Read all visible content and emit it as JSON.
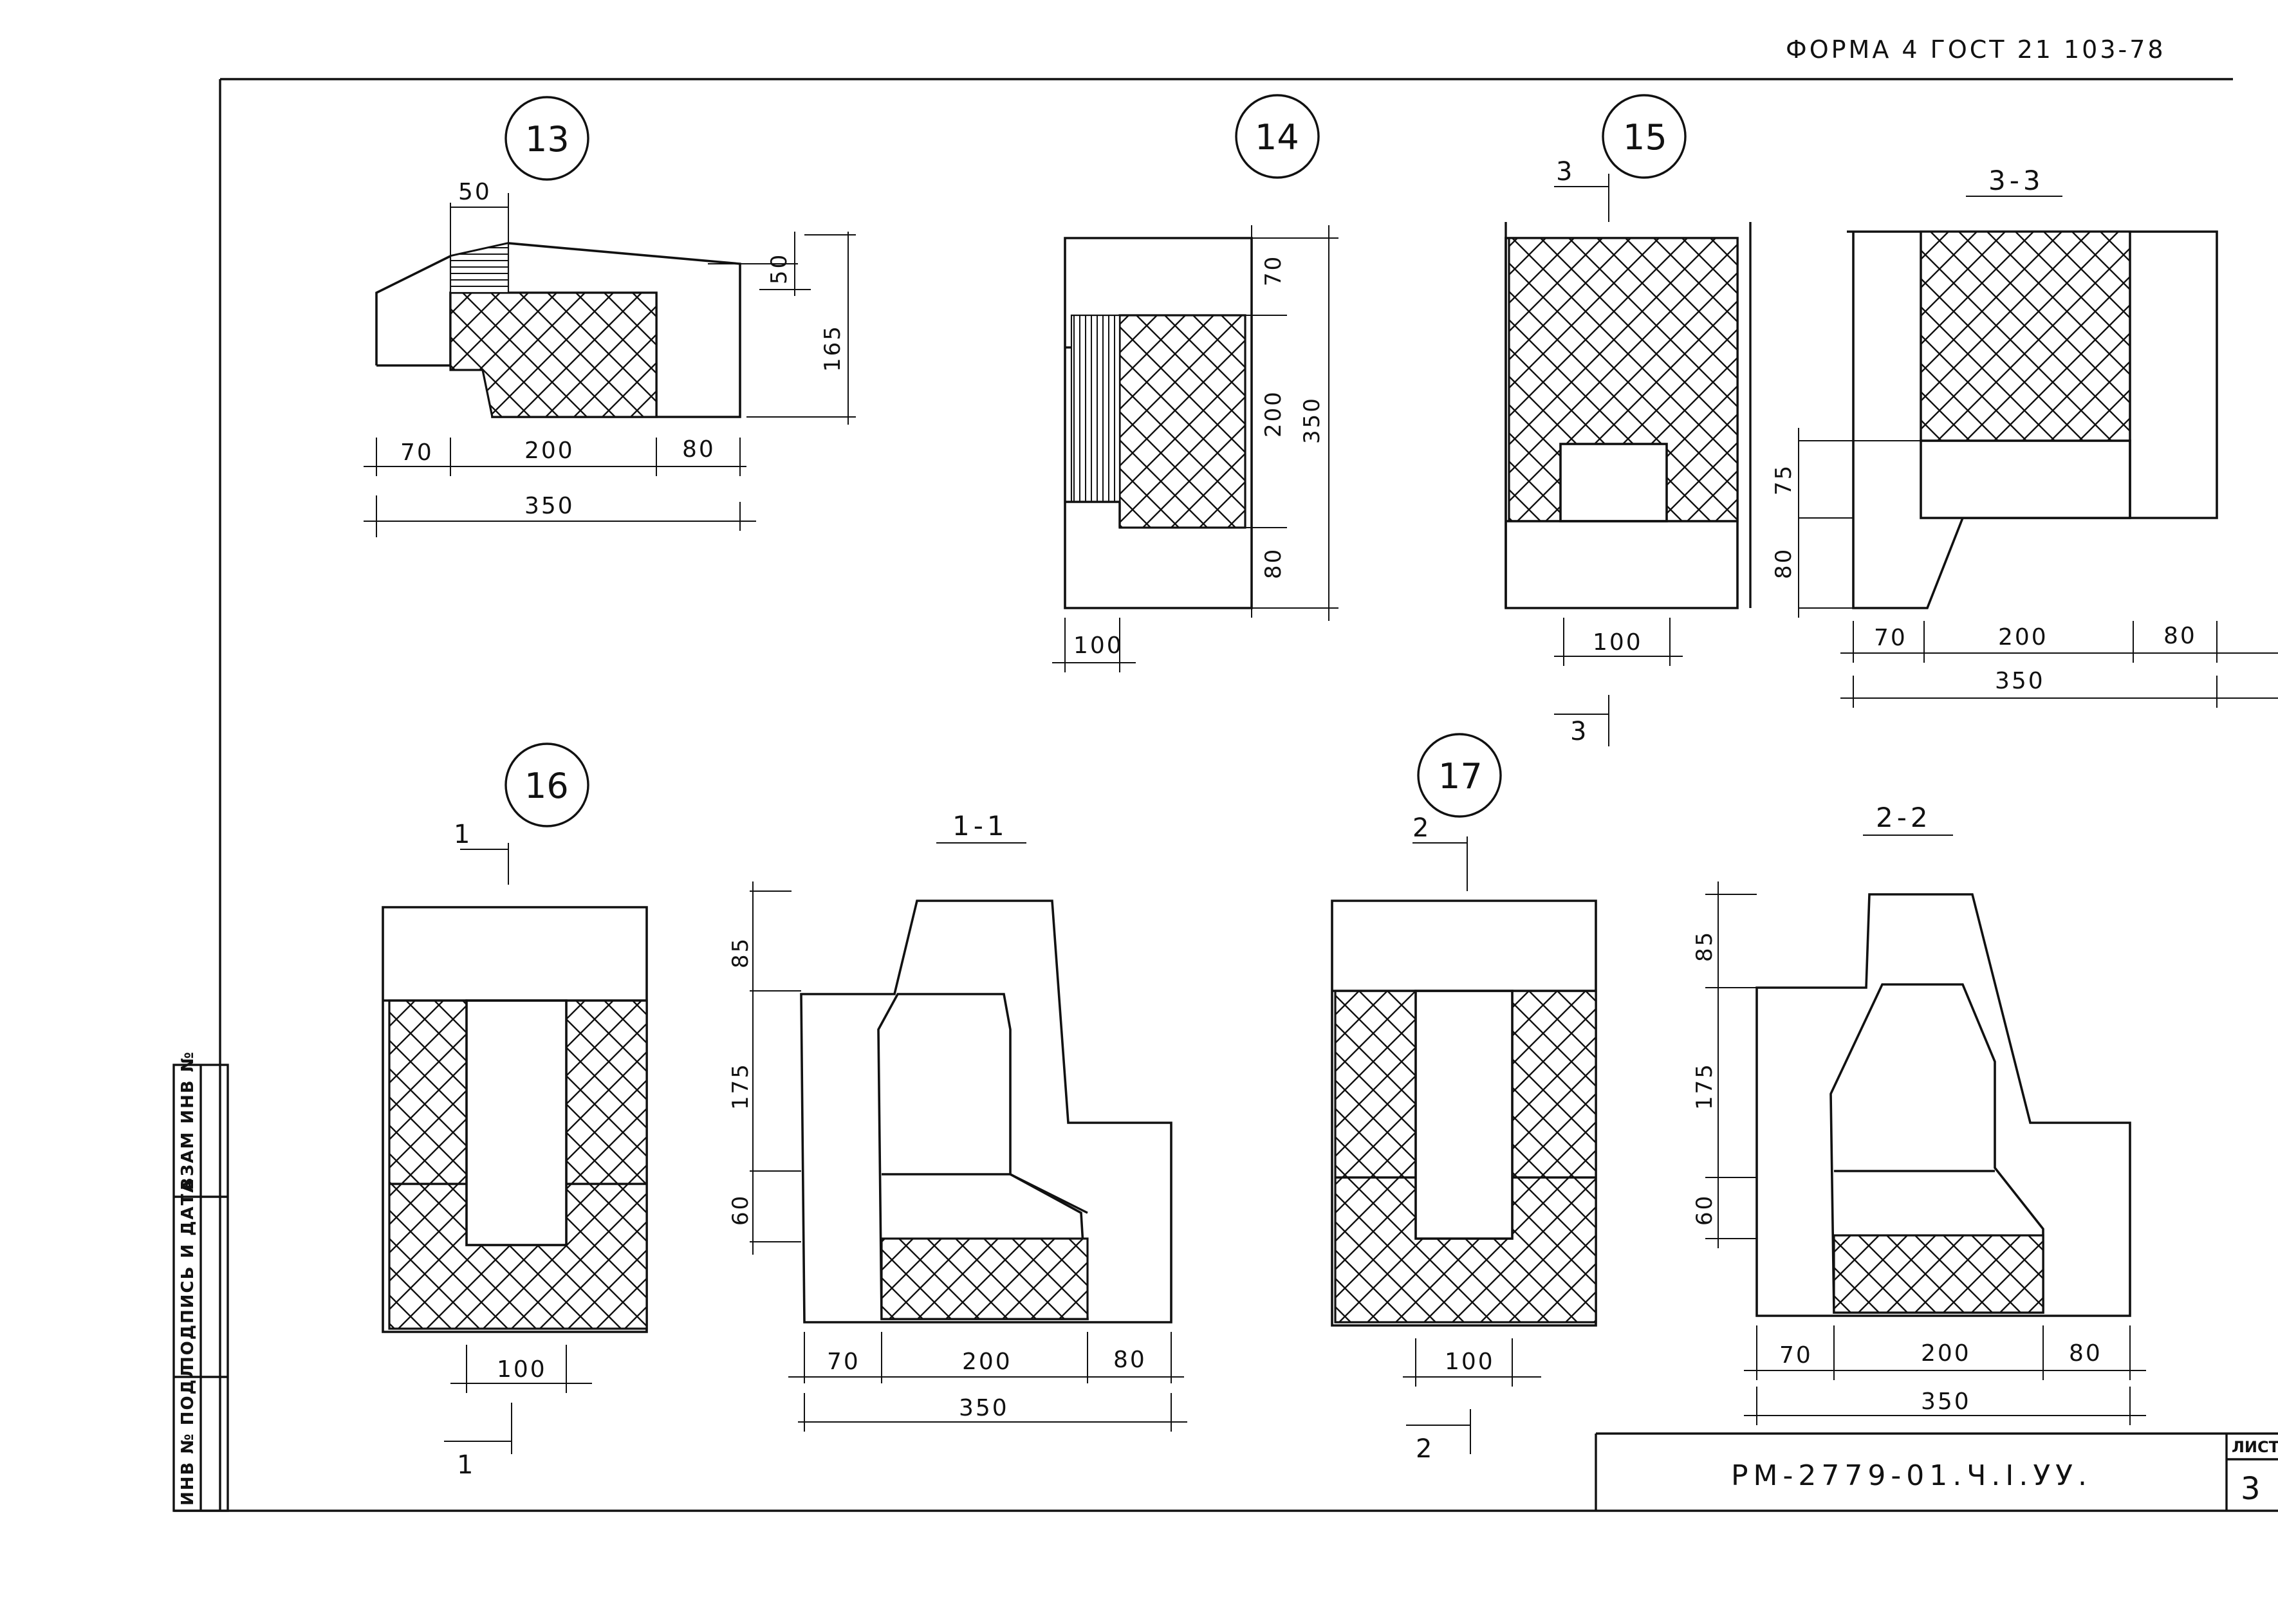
{
  "header": {
    "form_label": "ФОРМА 4  ГОСТ 21 103-78"
  },
  "details": {
    "d13": {
      "callout": "13",
      "dims": {
        "top": "50",
        "right_top": "50",
        "right_total": "165",
        "left": "70",
        "mid": "200",
        "right": "80",
        "total": "350"
      }
    },
    "d14": {
      "callout": "14",
      "dims": {
        "v_top": "70",
        "v_mid": "200",
        "v_total": "350",
        "v_bot": "80",
        "bottom": "100"
      }
    },
    "d15": {
      "callout": "15",
      "cut_label": "3",
      "dims": {
        "bottom": "100"
      }
    },
    "d16": {
      "callout": "16",
      "cut_label": "1",
      "dims": {
        "bottom": "100"
      }
    },
    "d17": {
      "callout": "17",
      "cut_label": "2",
      "dims": {
        "bottom": "100"
      }
    }
  },
  "sections": {
    "s33": {
      "title": "3-3",
      "dims": {
        "v_top": "75",
        "v_bot": "80",
        "left": "70",
        "mid": "200",
        "right": "80",
        "total": "350"
      }
    },
    "s11": {
      "title": "1-1",
      "dims": {
        "v_top": "85",
        "v_mid": "175",
        "v_bot": "60",
        "left": "70",
        "mid": "200",
        "right": "80",
        "total": "350"
      }
    },
    "s22": {
      "title": "2-2",
      "dims": {
        "v_top": "85",
        "v_mid": "175",
        "v_bot": "60",
        "left": "70",
        "mid": "200",
        "right": "80",
        "total": "350"
      }
    }
  },
  "stamp": {
    "col1": "ИНВ № ПОДЛ",
    "col2": "ПОДПИСЬ И ДАТА",
    "col3": "ВЗАМ ИНВ №"
  },
  "title_block": {
    "doc_code": "РМ-2779-01.Ч.I.УУ.",
    "sheet_label": "ЛИСТ",
    "sheet_number": "3"
  }
}
